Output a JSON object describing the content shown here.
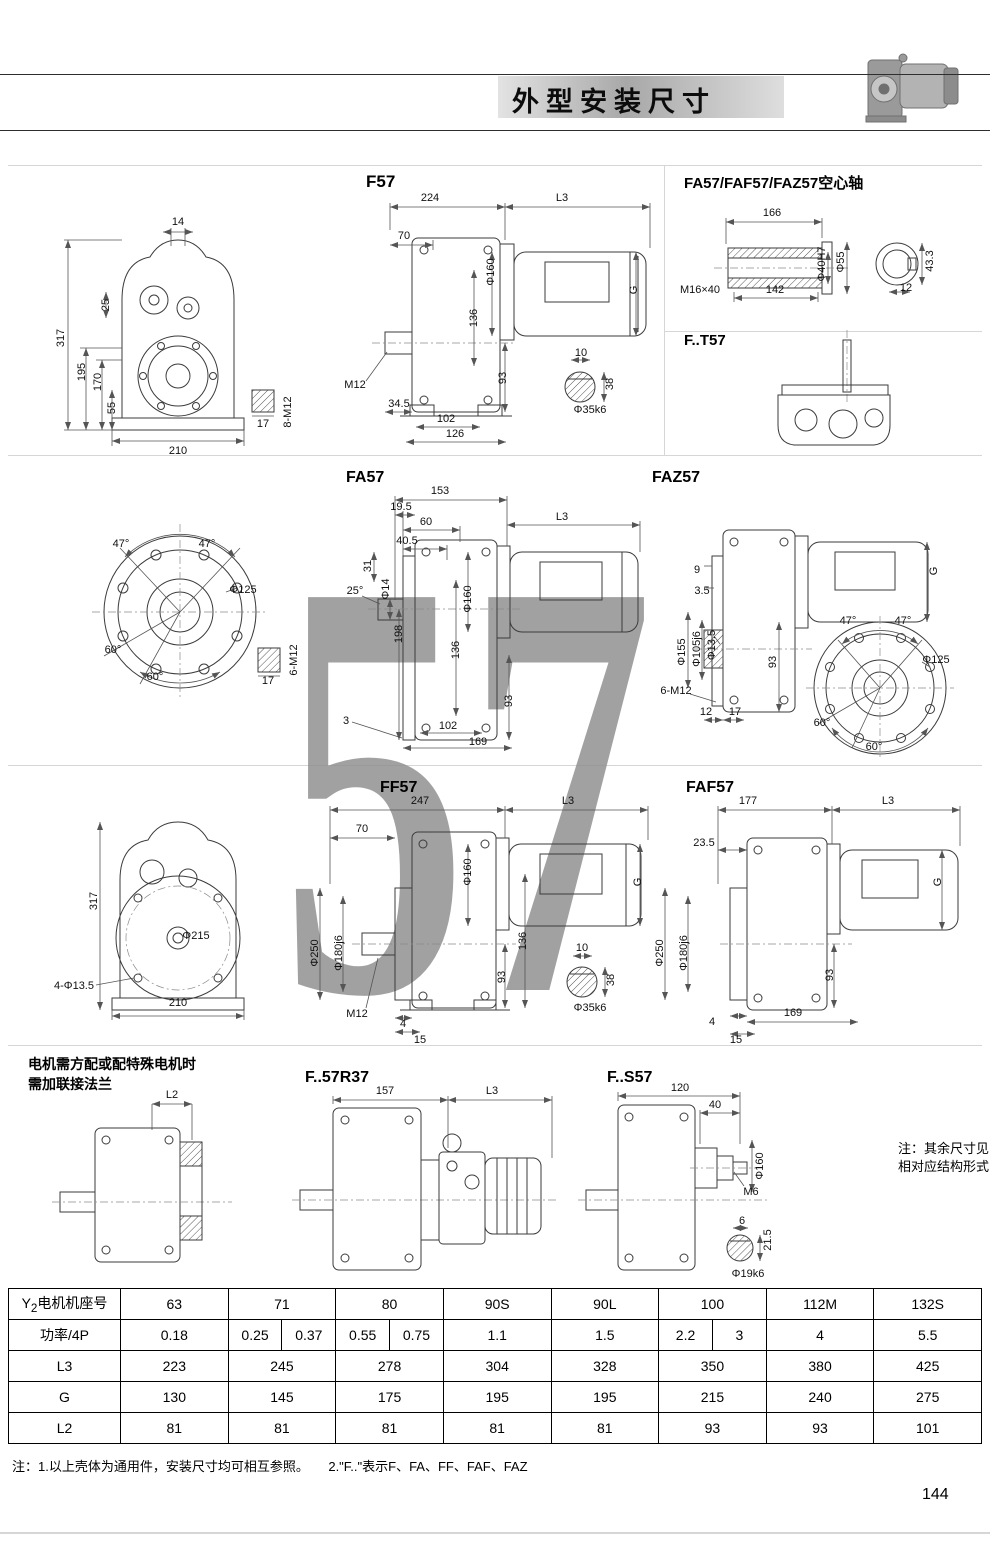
{
  "header": {
    "title": "外型安装尺寸"
  },
  "watermark": "57",
  "sections": {
    "f57_front": {
      "dims": {
        "d14": "14",
        "d25": "25",
        "d317": "317",
        "d195": "195",
        "d170": "170",
        "d55": "55",
        "d210": "210",
        "d17": "17",
        "d8m12": "8-M12"
      }
    },
    "f57": {
      "title": "F57",
      "dims": {
        "d224": "224",
        "l3": "L3",
        "d70": "70",
        "d160": "Φ160",
        "d136": "136",
        "d93": "93",
        "g": "G",
        "m12": "M12",
        "d34_5": "34.5",
        "d102": "102",
        "d126": "126",
        "d10": "10",
        "d38": "38",
        "d35k6": "Φ35k6"
      }
    },
    "hollow": {
      "title": "FA57/FAF57/FAZ57空心轴",
      "dims": {
        "d166": "166",
        "m16": "M16×40",
        "d142": "142",
        "d40h7": "Φ40H7",
        "d55": "Φ55",
        "d43_3": "43.3",
        "d12": "12"
      }
    },
    "ft57": {
      "title": "F..T57"
    },
    "flange_front": {
      "dims": {
        "a47l": "47°",
        "a47r": "47°",
        "d125": "Φ125",
        "a60l": "60°",
        "a60r": "60°",
        "d17": "17",
        "d6m12": "6-M12"
      }
    },
    "fa57": {
      "title": "FA57",
      "dims": {
        "d153": "153",
        "d19_5": "19.5",
        "d60": "60",
        "l3": "L3",
        "d40_5": "40.5",
        "d31": "31",
        "a25": "25°",
        "d14": "Φ14",
        "d160": "Φ160",
        "d198": "198",
        "d136": "136",
        "d93": "93",
        "d3": "3",
        "d102": "102",
        "d169": "169"
      }
    },
    "faz57": {
      "title": "FAZ57",
      "dims": {
        "d9": "9",
        "d3_5": "3.5",
        "g": "G",
        "d155": "Φ155",
        "d105": "Φ105j6",
        "d13_5": "Φ13.5",
        "d93": "93",
        "d6m12": "6-M12",
        "d12": "12",
        "d17": "17",
        "a47l": "47°",
        "a47r": "47°",
        "d125": "Φ125",
        "a60l": "60°",
        "a60r": "60°"
      }
    },
    "ff57_front": {
      "dims": {
        "d317": "317",
        "d215": "Φ215",
        "d4_13_5": "4-Φ13.5",
        "d210": "210"
      }
    },
    "ff57": {
      "title": "FF57",
      "dims": {
        "d247": "247",
        "l3": "L3",
        "d70": "70",
        "d160": "Φ160",
        "g": "G",
        "d250": "Φ250",
        "d180": "Φ180j6",
        "d136": "136",
        "d93": "93",
        "m12": "M12",
        "d4": "4",
        "d15": "15",
        "d10": "10",
        "d38": "38",
        "d35k6": "Φ35k6"
      }
    },
    "faf57": {
      "title": "FAF57",
      "dims": {
        "d177": "177",
        "l3": "L3",
        "d23_5": "23.5",
        "g": "G",
        "d250": "Φ250",
        "d180": "Φ180j6",
        "d93": "93",
        "d169": "169",
        "d4": "4",
        "d15": "15"
      }
    },
    "motor_note": {
      "line1": "电机需方配或配特殊电机时",
      "line2": "需加联接法兰",
      "l2": "L2"
    },
    "fr37": {
      "title": "F..57R37",
      "dims": {
        "d157": "157",
        "l3": "L3"
      }
    },
    "fs57": {
      "title": "F..S57",
      "dims": {
        "d120": "120",
        "d40": "40",
        "d160": "Φ160",
        "m6": "M6",
        "d6": "6",
        "d21_5": "21.5",
        "d19k6": "Φ19k6"
      }
    },
    "side_note": {
      "line1": "注：其余尺寸见",
      "line2": "相对应结构形式"
    }
  },
  "table": {
    "y_prefix": "Y",
    "y_sub": "2",
    "y_suffix": "电机机座号",
    "frames": [
      "63",
      "71",
      "80",
      "90S",
      "90L",
      "100",
      "112M",
      "132S"
    ],
    "power_label": "功率/4P",
    "power": [
      "0.18",
      "0.25",
      "0.37",
      "0.55",
      "0.75",
      "1.1",
      "1.5",
      "2.2",
      "3",
      "4",
      "5.5"
    ],
    "l3_label": "L3",
    "l3": [
      "223",
      "245",
      "278",
      "304",
      "328",
      "350",
      "380",
      "425"
    ],
    "g_label": "G",
    "g": [
      "130",
      "145",
      "175",
      "195",
      "195",
      "215",
      "240",
      "275"
    ],
    "l2_label": "L2",
    "l2": [
      "81",
      "81",
      "81",
      "81",
      "81",
      "93",
      "93",
      "101"
    ]
  },
  "footnote": "注：1.以上壳体为通用件，安装尺寸均可相互参照。　　2.\"F..\"表示F、FA、FF、FAF、FAZ",
  "page_number": "144"
}
